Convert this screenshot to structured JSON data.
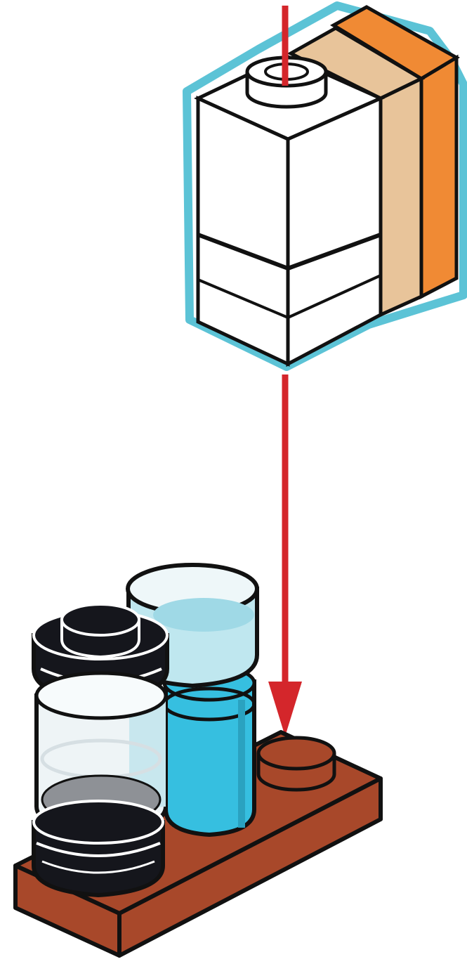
{
  "diagram": {
    "colors": {
      "background": "#ffffff",
      "arrow": "#d4262b",
      "callout_outline": "#5cc3d6",
      "outline": "#111111",
      "white_brick": "#ffffff",
      "tan_brick": "#e8c49a",
      "orange_brick": "#f08a34",
      "reddish_brown_plate": "#a8482a",
      "trans_clear": "#eef4f6",
      "trans_light_blue": "#bfe7ef",
      "medium_azure": "#36bfe0",
      "black_parts": "#15161c",
      "gray_disc": "#8e9196"
    },
    "callout": {
      "icon": "subassembly-callout"
    },
    "parts": [
      {
        "icon": "white-1x1-brick-with-hollow-stud"
      },
      {
        "icon": "tan-tile"
      },
      {
        "icon": "orange-tile"
      },
      {
        "icon": "reddish-brown-1x3-plate"
      },
      {
        "icon": "reddish-brown-round-stud"
      },
      {
        "icon": "trans-clear-round-brick"
      },
      {
        "icon": "trans-light-blue-round-brick"
      },
      {
        "icon": "medium-azure-round-brick"
      },
      {
        "icon": "black-round-plates"
      }
    ],
    "arrow": {
      "icon": "red-down-arrow"
    }
  }
}
